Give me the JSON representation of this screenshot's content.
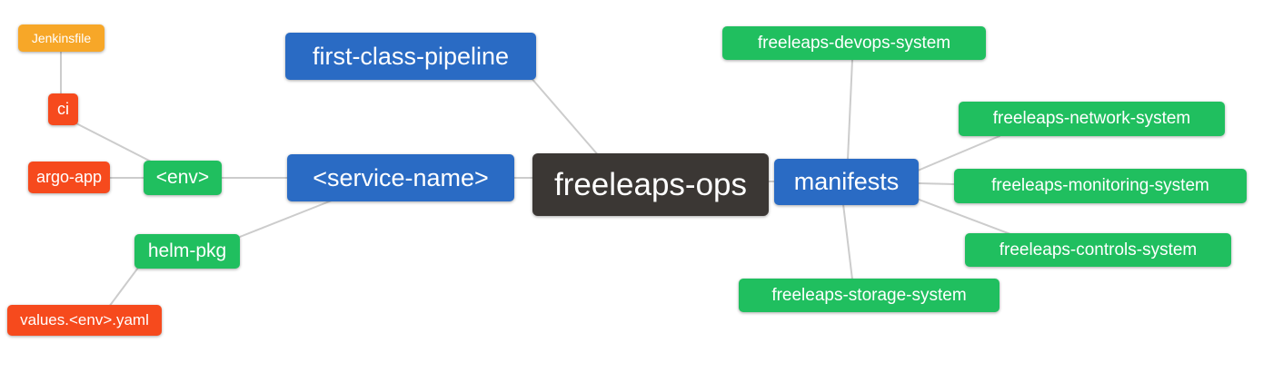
{
  "diagram": {
    "type": "mindmap",
    "root_label": "freeleaps-ops",
    "colors": {
      "root": "#3b3734",
      "level1": "#2a6bc4",
      "level2": "#20bf5f",
      "level3": "#f64a1d",
      "level4": "#f7a728",
      "edge": "#cccccc",
      "text": "#ffffff"
    },
    "nodes": {
      "root": {
        "label": "freeleaps-ops",
        "level": "root"
      },
      "first_class_pipeline": {
        "label": "first-class-pipeline",
        "level": "level1"
      },
      "service_name": {
        "label": "<service-name>",
        "level": "level1"
      },
      "manifests": {
        "label": "manifests",
        "level": "level1"
      },
      "env": {
        "label": "<env>",
        "level": "level2"
      },
      "helm_pkg": {
        "label": "helm-pkg",
        "level": "level2"
      },
      "ci": {
        "label": "ci",
        "level": "level3"
      },
      "argo_app": {
        "label": "argo-app",
        "level": "level3"
      },
      "values_env_yaml": {
        "label": "values.<env>.yaml",
        "level": "level3"
      },
      "jenkinsfile": {
        "label": "Jenkinsfile",
        "level": "level4"
      },
      "devops_system": {
        "label": "freeleaps-devops-system",
        "level": "level2"
      },
      "network_system": {
        "label": "freeleaps-network-system",
        "level": "level2"
      },
      "monitoring_system": {
        "label": "freeleaps-monitoring-system",
        "level": "level2"
      },
      "controls_system": {
        "label": "freeleaps-controls-system",
        "level": "level2"
      },
      "storage_system": {
        "label": "freeleaps-storage-system",
        "level": "level2"
      }
    },
    "edges": [
      [
        "freeleaps-ops",
        "first-class-pipeline"
      ],
      [
        "freeleaps-ops",
        "<service-name>"
      ],
      [
        "freeleaps-ops",
        "manifests"
      ],
      [
        "<service-name>",
        "<env>"
      ],
      [
        "<service-name>",
        "helm-pkg"
      ],
      [
        "<env>",
        "ci"
      ],
      [
        "<env>",
        "argo-app"
      ],
      [
        "ci",
        "Jenkinsfile"
      ],
      [
        "helm-pkg",
        "values.<env>.yaml"
      ],
      [
        "manifests",
        "freeleaps-devops-system"
      ],
      [
        "manifests",
        "freeleaps-network-system"
      ],
      [
        "manifests",
        "freeleaps-monitoring-system"
      ],
      [
        "manifests",
        "freeleaps-controls-system"
      ],
      [
        "manifests",
        "freeleaps-storage-system"
      ]
    ]
  }
}
